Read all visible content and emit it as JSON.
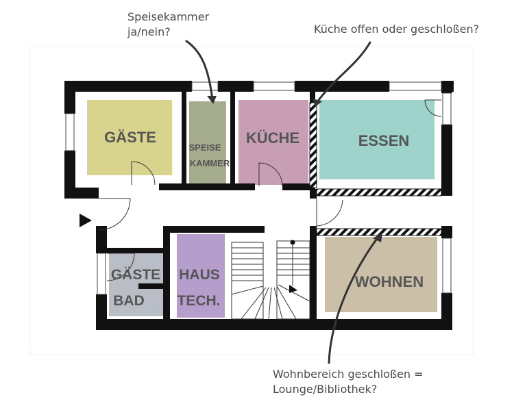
{
  "annotations": {
    "pantry": {
      "line1": "Speisekammer",
      "line2": "ja/nein?"
    },
    "kitchen": "Küche offen oder geschloßen?",
    "living": {
      "line1": "Wohnbereich geschloßen =",
      "line2": "Lounge/Bibliothek?"
    }
  },
  "rooms": {
    "gaeste": {
      "label": "GÄSTE",
      "color": "#d8d48e"
    },
    "speisekammer": {
      "line1": "SPEISE",
      "line2": "KAMMER",
      "color": "#a6ad8e"
    },
    "kueche": {
      "label": "KÜCHE",
      "color": "#c79eb4"
    },
    "essen": {
      "label": "ESSEN",
      "color": "#9dd3cb"
    },
    "gaestebad": {
      "line1": "GÄSTE",
      "line2": "BAD",
      "color": "#b9bec6"
    },
    "haustech": {
      "line1": "HAUS",
      "line2": "TECH.",
      "color": "#b59ecb"
    },
    "wohnen": {
      "label": "WOHNEN",
      "color": "#cbbfa8"
    }
  },
  "colors": {
    "wall": "#111111",
    "arrow": "#333333"
  }
}
